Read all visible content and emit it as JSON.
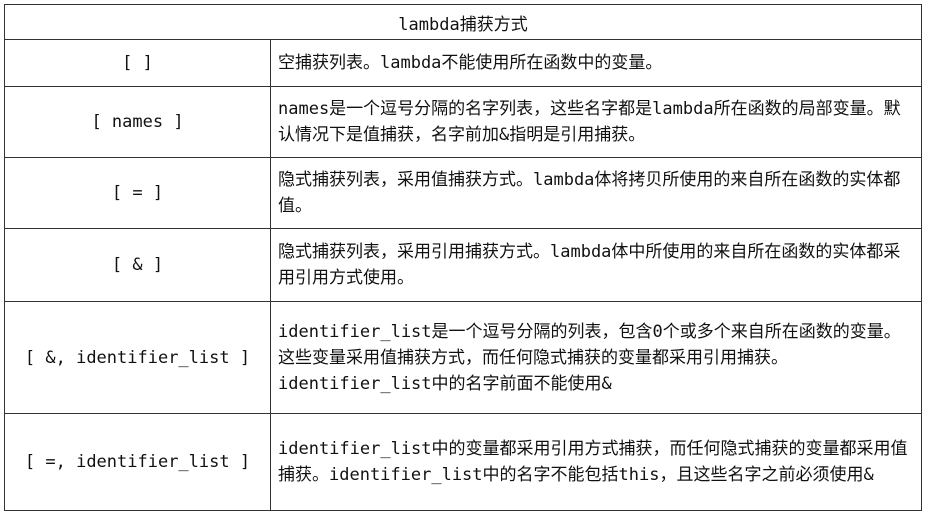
{
  "table": {
    "title": "lambda捕获方式",
    "rows": [
      {
        "syntax": "[ ]",
        "desc": "空捕获列表。lambda不能使用所在函数中的变量。"
      },
      {
        "syntax": "[ names ]",
        "desc": "names是一个逗号分隔的名字列表，这些名字都是lambda所在函数的局部变量。默认情况下是值捕获，名字前加&指明是引用捕获。"
      },
      {
        "syntax": "[ = ]",
        "desc": "隐式捕获列表，采用值捕获方式。lambda体将拷贝所使用的来自所在函数的实体都值。"
      },
      {
        "syntax": "[ & ]",
        "desc": "隐式捕获列表，采用引用捕获方式。lambda体中所使用的来自所在函数的实体都采用引用方式使用。"
      },
      {
        "syntax": "[ &, identifier_list ]",
        "desc": "identifier_list是一个逗号分隔的列表，包含0个或多个来自所在函数的变量。这些变量采用值捕获方式，而任何隐式捕获的变量都采用引用捕获。identifier_list中的名字前面不能使用&"
      },
      {
        "syntax": "[ =, identifier_list ]",
        "desc": "identifier_list中的变量都采用引用方式捕获，而任何隐式捕获的变量都采用值捕获。identifier_list中的名字不能包括this，且这些名字之前必须使用&"
      }
    ]
  }
}
